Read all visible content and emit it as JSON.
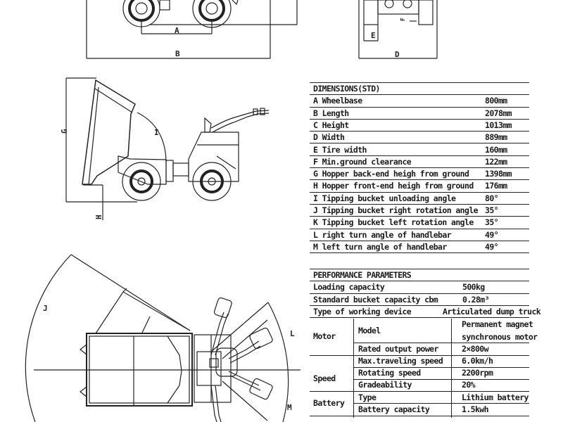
{
  "drawing_labels": {
    "top_view_front": {
      "A": "A",
      "B": "B"
    },
    "front_view": {
      "E": "E",
      "F": "F",
      "D": "D"
    },
    "side_view": {
      "G": "G",
      "H": "H",
      "I": "I"
    },
    "top_view": {
      "J": "J",
      "L": "L",
      "M": "M"
    }
  },
  "dimensions": {
    "title": "DIMENSIONS(STD)",
    "rows": [
      {
        "label": "A Wheelbase",
        "value": "800mm"
      },
      {
        "label": "B Length",
        "value": "2078mm"
      },
      {
        "label": "C Height",
        "value": "1013mm"
      },
      {
        "label": "D Width",
        "value": "889mm"
      },
      {
        "label": "E Tire width",
        "value": "160mm"
      },
      {
        "label": "F Min.ground clearance",
        "value": "122mm"
      },
      {
        "label": "G Hopper back-end heigh from ground",
        "value": "1398mm"
      },
      {
        "label": "H Hopper front-end heigh from ground",
        "value": "176mm"
      },
      {
        "label": "I Tipping bucket unloading angle",
        "value": "80°"
      },
      {
        "label": "J Tipping bucket right rotation angle",
        "value": "35°"
      },
      {
        "label": "K Tipping bucket left rotation angle",
        "value": "35°"
      },
      {
        "label": "L right turn angle of handlebar",
        "value": "49°"
      },
      {
        "label": "M left turn angle of handlebar",
        "value": "49°"
      }
    ]
  },
  "performance": {
    "title": "PERFORMANCE PARAMETERS",
    "simple_rows": [
      {
        "label": "Loading capacity",
        "value": "500kg"
      },
      {
        "label": "Standard bucket capacity cbm",
        "value": "0.28m³"
      },
      {
        "label": "Type of working device",
        "value": "Articulated dump truck"
      }
    ],
    "groups": [
      {
        "group": "Motor",
        "rows": [
          {
            "label": "Model",
            "value_line1": "Permanent magnet",
            "value_line2": "synchronous motor"
          },
          {
            "label": "Rated output power",
            "value": "2×800w"
          }
        ]
      },
      {
        "group": "Speed",
        "rows": [
          {
            "label": "Max.traveling speed",
            "value": "6.0km/h"
          },
          {
            "label": "Rotating speed",
            "value": "2200rpm"
          },
          {
            "label": "Gradeability",
            "value": "20%"
          }
        ]
      },
      {
        "group": "Battery",
        "rows": [
          {
            "label": "Type",
            "value": "Lithium battery"
          },
          {
            "label": "Battery capacity",
            "value": "1.5kwh"
          }
        ]
      }
    ]
  }
}
